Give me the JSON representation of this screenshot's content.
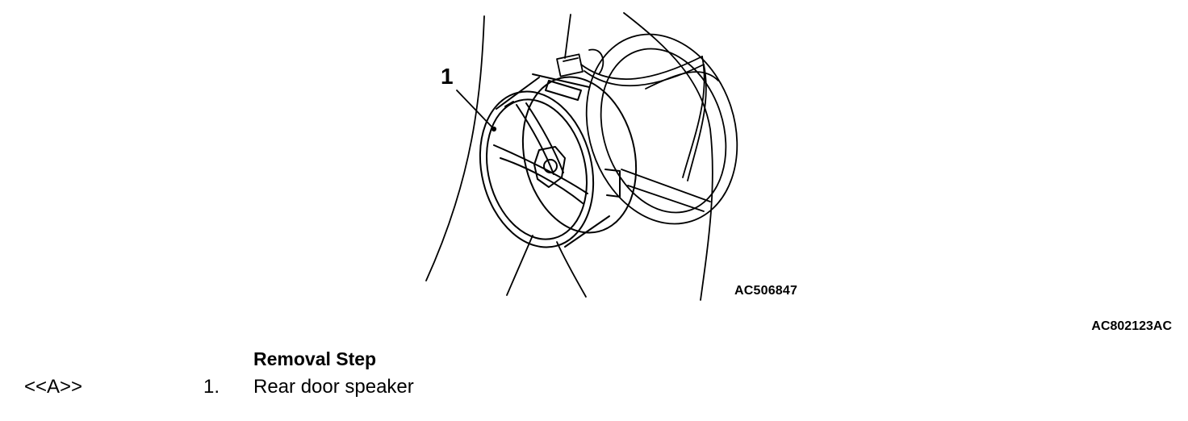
{
  "figure": {
    "callout_number": "1",
    "figure_code": "AC506847"
  },
  "page_code": "AC802123AC",
  "removal": {
    "heading": "Removal Step",
    "steps": [
      {
        "ref": "<<A>>",
        "number": "1.",
        "label": "Rear door speaker"
      }
    ]
  }
}
